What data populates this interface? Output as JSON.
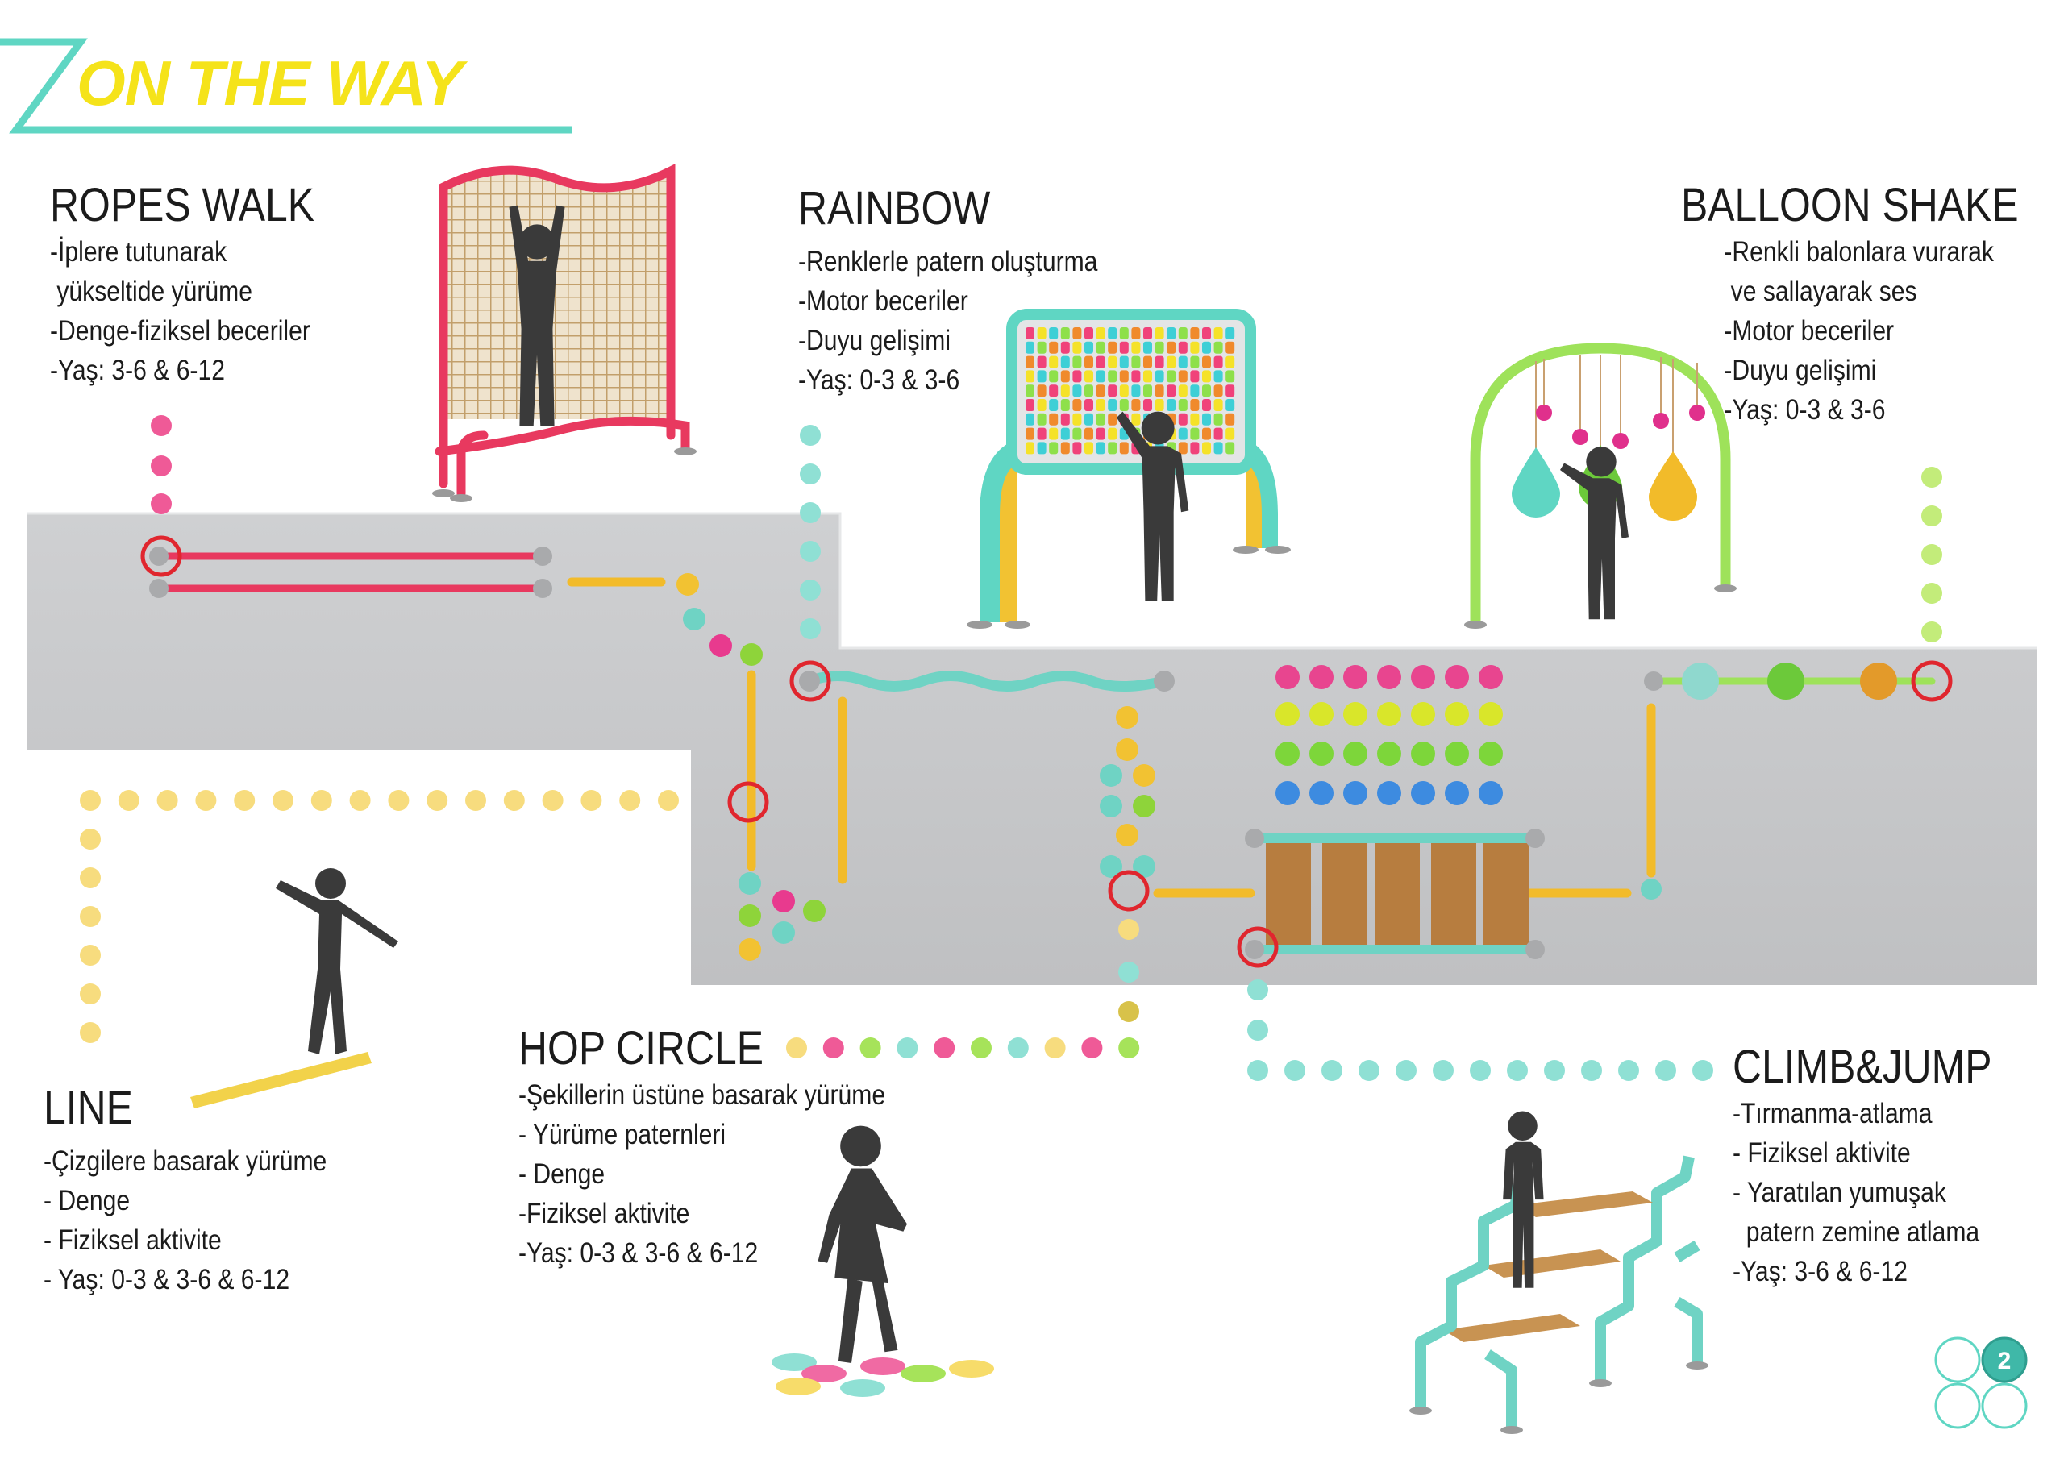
{
  "header": {
    "title": "ON THE WAY"
  },
  "stations": {
    "ropes_walk": {
      "title": "ROPES WALK",
      "bullets": [
        "-İplere tutunarak",
        " yükseltide yürüme",
        "-Denge-fiziksel beceriler",
        "-Yaş: 3-6 & 6-12"
      ]
    },
    "rainbow": {
      "title": "RAINBOW",
      "bullets": [
        "-Renklerle patern oluşturma",
        "-Motor beceriler",
        "-Duyu gelişimi",
        "-Yaş: 0-3 & 3-6"
      ]
    },
    "balloon_shake": {
      "title": "BALLOON SHAKE",
      "bullets": [
        "-Renkli balonlara vurarak",
        " ve sallayarak ses",
        "-Motor beceriler",
        "-Duyu gelişimi",
        "-Yaş: 0-3 & 3-6"
      ]
    },
    "line": {
      "title": "LINE",
      "bullets": [
        "-Çizgilere basarak yürüme",
        "- Denge",
        "- Fiziksel aktivite",
        "- Yaş: 0-3 & 3-6 & 6-12"
      ]
    },
    "hop_circle": {
      "title": "HOP CIRCLE",
      "bullets": [
        "-Şekillerin üstüne basarak yürüme",
        "- Yürüme paternleri",
        "- Denge",
        "-Fiziksel aktivite",
        "-Yaş: 0-3 & 3-6 & 6-12"
      ]
    },
    "climb_jump": {
      "title": "CLIMB&JUMP",
      "bullets": [
        "-Tırmanma-atlama",
        "- Fiziksel aktivite",
        "- Yaratılan yumuşak",
        "  patern zemine atlama",
        "-Yaş: 3-6 & 6-12"
      ]
    }
  },
  "page_number": "2",
  "colors": {
    "accent_teal": "#5fd6c3",
    "title_yellow": "#f5e31a",
    "marker_red": "#e0262e",
    "pink": "#e8395f",
    "lime": "#9ee25a"
  },
  "icons": [
    "child-silhouette-icon",
    "location-ring-icon",
    "page-indicator-icon"
  ]
}
